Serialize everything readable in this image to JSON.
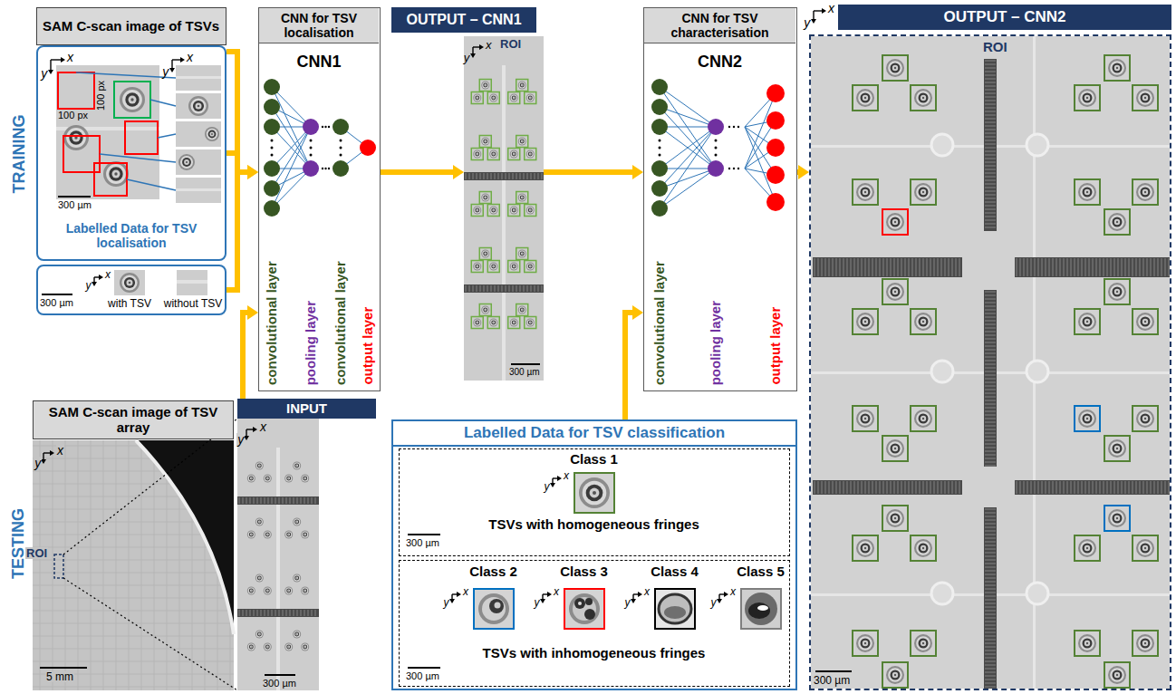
{
  "diagram": {
    "nodes": [
      {
        "text": [
          "SAM C-scan image of TSVs"
        ]
      },
      {
        "text": [
          "Labelled Data for TSV localisation"
        ]
      },
      {
        "text": [
          "with TSV",
          "without TSV"
        ]
      },
      {
        "text": [
          "CNN for TSV localisation",
          "CNN1",
          "convolutional layer",
          "pooling layer",
          "convolutional layer",
          "output layer"
        ]
      },
      {
        "text": [
          "OUTPUT – CNN1"
        ]
      },
      {
        "text": [
          "CNN for TSV characterisation",
          "CNN2",
          "convolutional layer",
          "pooling layer",
          "output layer"
        ]
      },
      {
        "text": [
          "OUTPUT – CNN2"
        ]
      },
      {
        "text": [
          "SAM C-scan image of TSV array"
        ]
      },
      {
        "text": [
          "INPUT"
        ]
      },
      {
        "text": [
          "Labelled Data for TSV classification"
        ]
      },
      {
        "text": [
          "Class 1",
          "TSVs with homogeneous fringes"
        ],
        "in": 9
      },
      {
        "text": [
          "Class 2",
          "Class 3",
          "Class 4",
          "Class 5",
          "TSVs with inhomogeneous fringes"
        ],
        "in": 9
      }
    ],
    "edges": [
      {
        "from": 1,
        "to": 3,
        "arrow": "to"
      },
      {
        "from": 2,
        "to": 3,
        "arrow": "to"
      },
      {
        "from": 8,
        "to": 3,
        "arrow": "to"
      },
      {
        "from": 3,
        "to": 4,
        "arrow": "to"
      },
      {
        "from": 4,
        "to": 5,
        "arrow": "to"
      },
      {
        "from": 9,
        "to": 5,
        "arrow": "to"
      },
      {
        "from": 5,
        "to": 6,
        "arrow": "to"
      }
    ],
    "labels": [
      "TRAINING",
      "x",
      "y",
      "100 px",
      "100 px",
      "x",
      "y",
      "300 µm",
      "x",
      "y",
      "300 µm",
      "TESTING",
      "x",
      "y",
      "ROI",
      "5 mm",
      "x",
      "y",
      "300 µm",
      "x",
      "y",
      "ROI",
      "300 µm",
      "x",
      "y",
      "300 µm",
      "x",
      "y",
      "x",
      "y",
      "x",
      "y",
      "x",
      "y",
      "300 µm",
      "x",
      "y",
      "ROI",
      "300 µm"
    ]
  }
}
